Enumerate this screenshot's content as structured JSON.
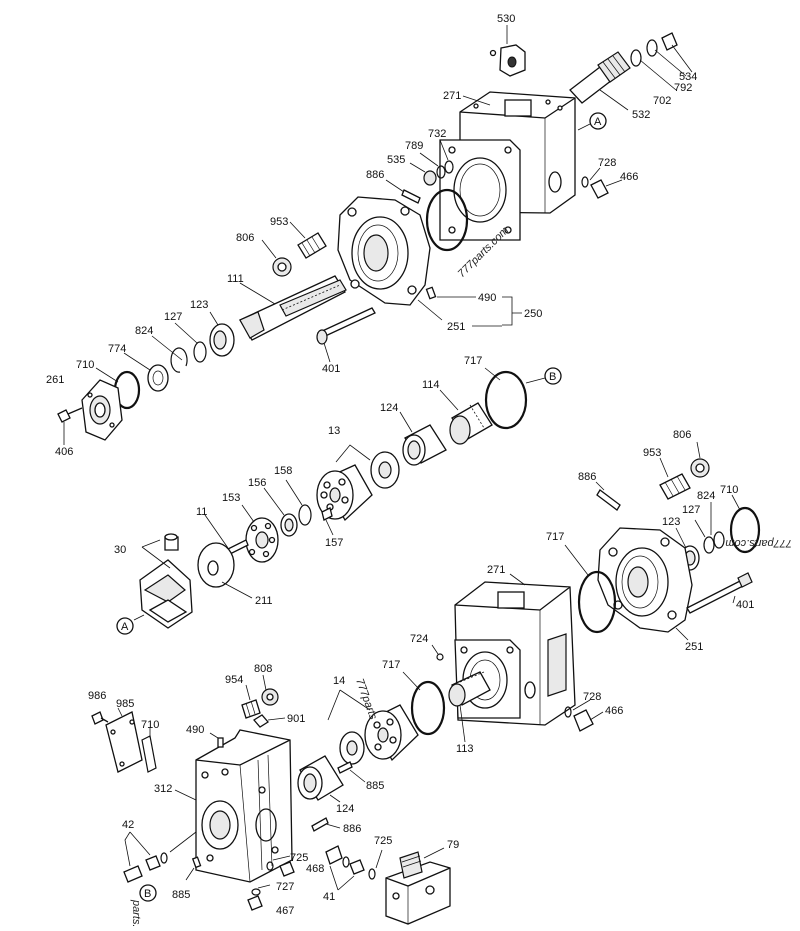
{
  "diagram": {
    "labels": [
      {
        "text": "530"
      },
      {
        "text": "534"
      },
      {
        "text": "792"
      },
      {
        "text": "702"
      },
      {
        "text": "532"
      },
      {
        "text": "271"
      },
      {
        "text": "A"
      },
      {
        "text": "732"
      },
      {
        "text": "789"
      },
      {
        "text": "535"
      },
      {
        "text": "886"
      },
      {
        "text": "728"
      },
      {
        "text": "466"
      },
      {
        "text": "953"
      },
      {
        "text": "806"
      },
      {
        "text": "111"
      },
      {
        "text": "123"
      },
      {
        "text": "127"
      },
      {
        "text": "824"
      },
      {
        "text": "774"
      },
      {
        "text": "710"
      },
      {
        "text": "261"
      },
      {
        "text": "406"
      },
      {
        "text": "490"
      },
      {
        "text": "250"
      },
      {
        "text": "251"
      },
      {
        "text": "401"
      },
      {
        "text": "717"
      },
      {
        "text": "B"
      },
      {
        "text": "114"
      },
      {
        "text": "124"
      },
      {
        "text": "13"
      },
      {
        "text": "158"
      },
      {
        "text": "156"
      },
      {
        "text": "157"
      },
      {
        "text": "153"
      },
      {
        "text": "11"
      },
      {
        "text": "30"
      },
      {
        "text": "211"
      },
      {
        "text": "A"
      },
      {
        "text": "806"
      },
      {
        "text": "953"
      },
      {
        "text": "886"
      },
      {
        "text": "824"
      },
      {
        "text": "710"
      },
      {
        "text": "127"
      },
      {
        "text": "123"
      },
      {
        "text": "717"
      },
      {
        "text": "271"
      },
      {
        "text": "401"
      },
      {
        "text": "251"
      },
      {
        "text": "724"
      },
      {
        "text": "717"
      },
      {
        "text": "14"
      },
      {
        "text": "728"
      },
      {
        "text": "466"
      },
      {
        "text": "113"
      },
      {
        "text": "808"
      },
      {
        "text": "954"
      },
      {
        "text": "901"
      },
      {
        "text": "986"
      },
      {
        "text": "985"
      },
      {
        "text": "710"
      },
      {
        "text": "490"
      },
      {
        "text": "312"
      },
      {
        "text": "885"
      },
      {
        "text": "124"
      },
      {
        "text": "886"
      },
      {
        "text": "42"
      },
      {
        "text": "B"
      },
      {
        "text": "885"
      },
      {
        "text": "725"
      },
      {
        "text": "468"
      },
      {
        "text": "727"
      },
      {
        "text": "41"
      },
      {
        "text": "725"
      },
      {
        "text": "467"
      },
      {
        "text": "79"
      }
    ],
    "watermarks": [
      {
        "text": "777parts.com"
      },
      {
        "text": "777parts.com"
      },
      {
        "text": "777parts"
      },
      {
        "text": "parts.com"
      }
    ]
  }
}
